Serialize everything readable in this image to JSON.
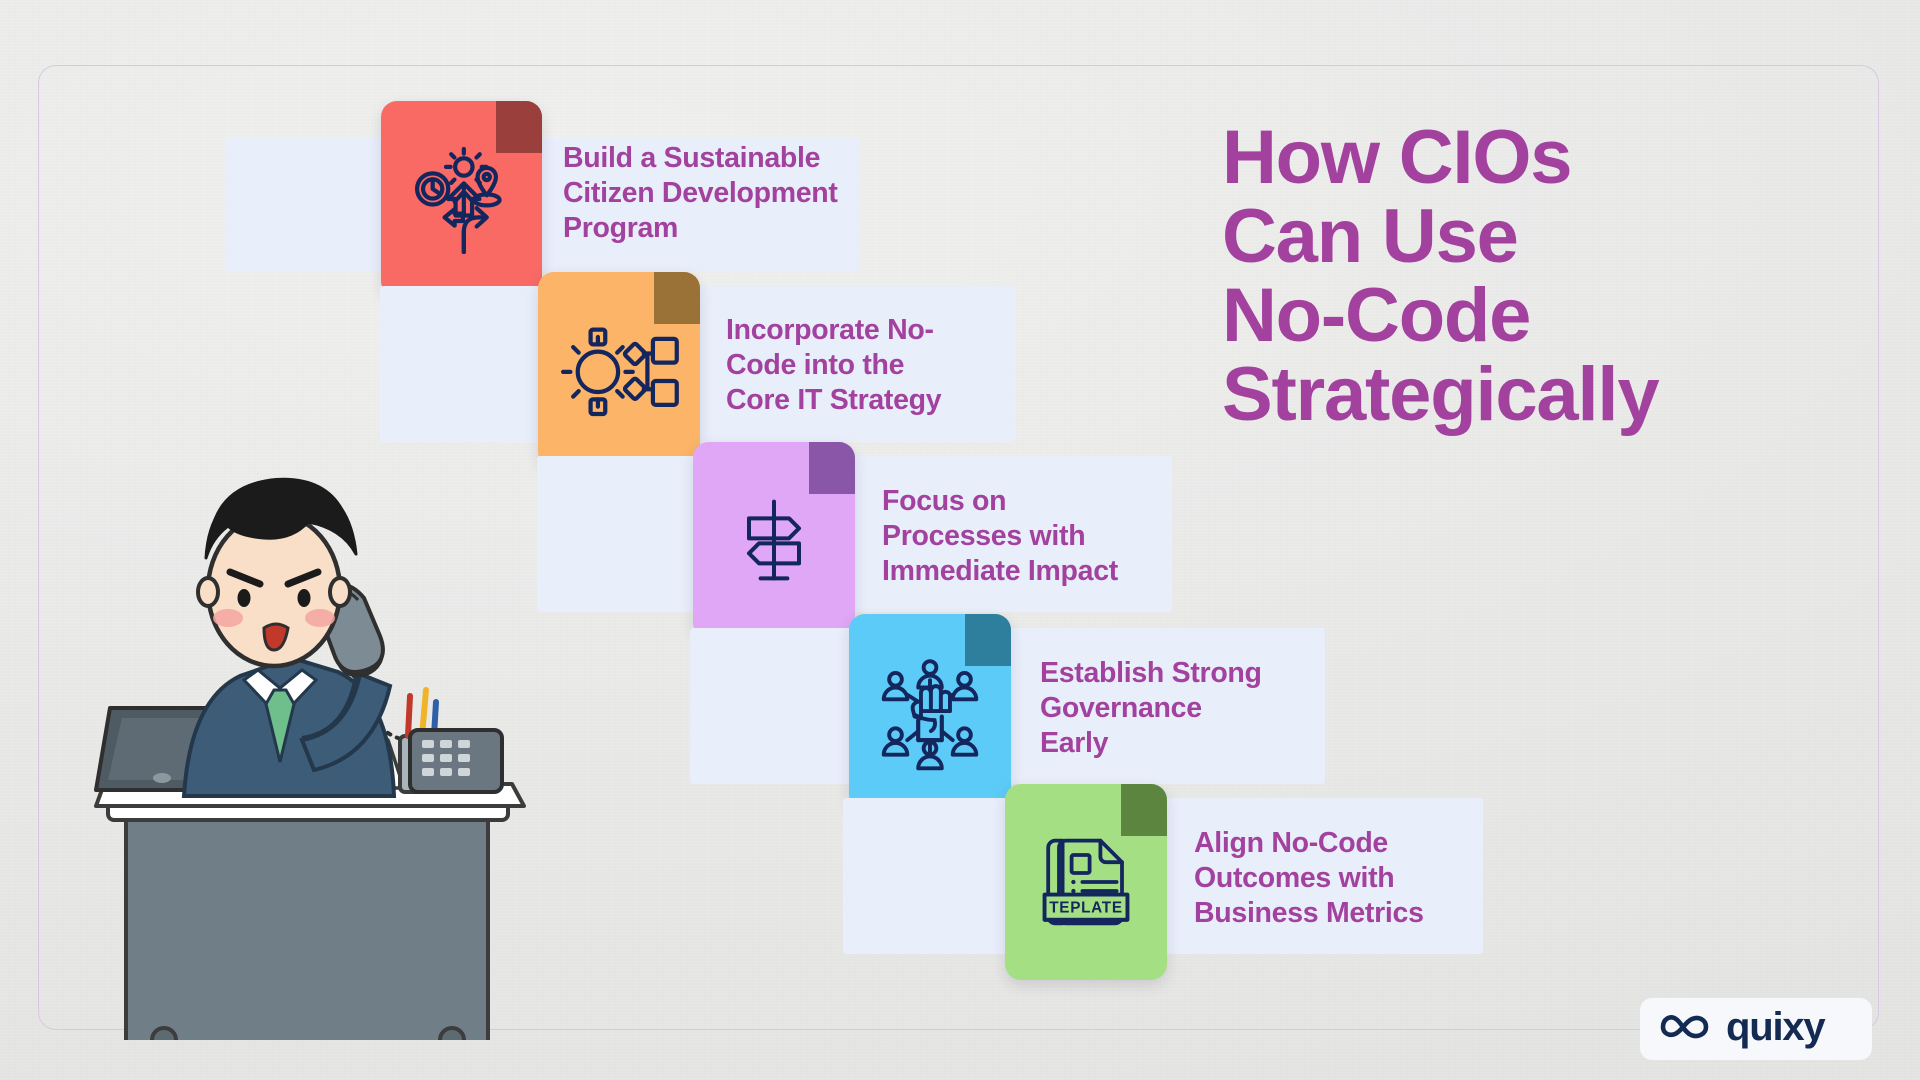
{
  "headline": {
    "text": "How CIOs\nCan Use\nNo-Code\nStrategically",
    "color": "#a3419f"
  },
  "background": {
    "color": "#ececea",
    "frame_border_color": "#d9c6e4",
    "label_plate_color": "#e9eefb"
  },
  "cards": [
    {
      "index": "1",
      "title": "Build a Sustainable\nCitizen Development\nProgram",
      "tile_color": "#f96a65",
      "fold_color": "#9a3f3c",
      "icon": "gear-clock-arrows-pin-icon"
    },
    {
      "index": "2",
      "title": "Incorporate No-\nCode into the\nCore IT Strategy",
      "tile_color": "#fbb468",
      "fold_color": "#9a7238",
      "icon": "gear-flowchart-icon"
    },
    {
      "index": "3",
      "title": "Focus on\nProcesses with\nImmediate Impact",
      "tile_color": "#dfa7f5",
      "fold_color": "#8a56a8",
      "icon": "signpost-icon"
    },
    {
      "index": "4",
      "title": "Establish Strong\nGovernance\nEarly",
      "tile_color": "#5ccbf7",
      "fold_color": "#2e7f9e",
      "icon": "team-network-fist-icon"
    },
    {
      "index": "5",
      "title": "Align No-Code\nOutcomes with\nBusiness Metrics",
      "tile_color": "#a5df84",
      "fold_color": "#5c8540",
      "icon": "template-document-icon"
    }
  ],
  "icon_labels": {
    "template_badge": "TEPLATE"
  },
  "illustration": {
    "name": "businessman-at-desk-on-phone",
    "description": "Man in suit on office phone at a desk with laptop, papers and pen holder"
  },
  "logo": {
    "mark": "infinity-loop-mark",
    "wordmark": "quixy",
    "color": "#132a52"
  }
}
